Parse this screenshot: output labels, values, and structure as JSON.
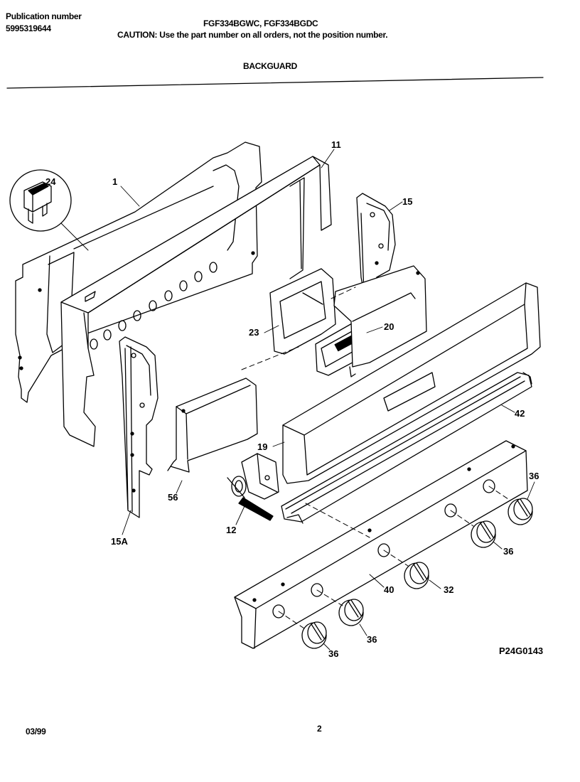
{
  "header": {
    "publication_label": "Publication number",
    "publication_number": "5995319644",
    "models": "FGF334BGWC, FGF334BGDC",
    "caution": "CAUTION:  Use the part number on all orders, not the position number.",
    "section_title": "BACKGUARD"
  },
  "diagram": {
    "callouts": {
      "c1": "1",
      "c11": "11",
      "c24": "24",
      "c15": "15",
      "c20": "20",
      "c23": "23",
      "c42": "42",
      "c19": "19",
      "c36a": "36",
      "c36b": "36",
      "c36c": "36",
      "c36d": "36",
      "c56": "56",
      "c12": "12",
      "c15a": "15A",
      "c40": "40",
      "c32": "32"
    },
    "drawing_code": "P24G0143"
  },
  "footer": {
    "date": "03/99",
    "page": "2"
  }
}
